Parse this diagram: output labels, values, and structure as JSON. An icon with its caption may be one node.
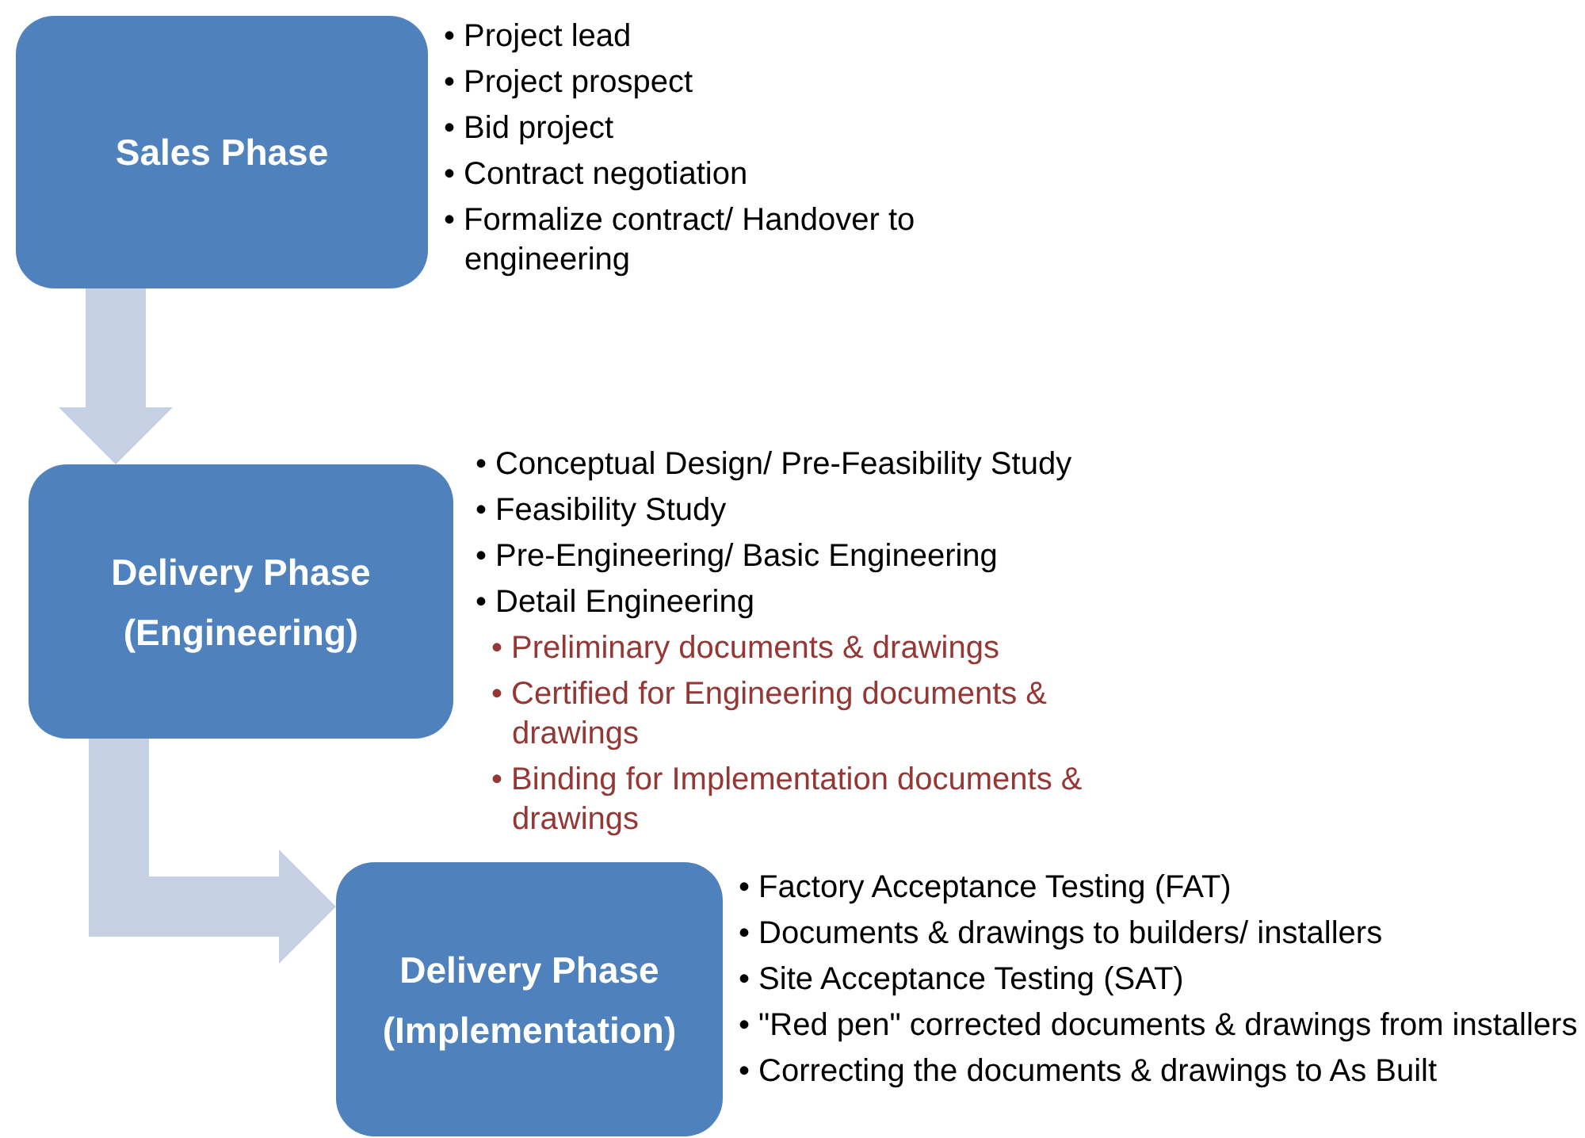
{
  "diagram": {
    "nodes": [
      {
        "text": [
          "Sales Phase"
        ],
        "beside": [
          "• Project lead",
          "• Project prospect",
          "• Bid project",
          "• Contract negotiation",
          "• Formalize contract/ Handover to engineering"
        ]
      },
      {
        "text": [
          "Delivery Phase (Engineering)"
        ],
        "beside": [
          "• Conceptual Design/ Pre-Feasibility Study",
          "• Feasibility Study",
          "• Pre-Engineering/ Basic Engineering",
          "• Detail Engineering",
          "• Preliminary documents & drawings",
          "• Certified for Engineering documents & drawings",
          "• Binding for Implementation documents & drawings"
        ]
      },
      {
        "text": [
          "Delivery Phase (Implementation)"
        ],
        "beside": [
          "• Factory Acceptance Testing (FAT)",
          "• Documents & drawings to builders/ installers",
          "• Site Acceptance Testing (SAT)",
          "• \"Red pen\" corrected documents & drawings from installers",
          "• Correcting the documents & drawings to As Built"
        ]
      }
    ],
    "edges": [
      {
        "from": 0,
        "to": 1,
        "arrow": "to"
      },
      {
        "from": 1,
        "to": 2,
        "arrow": "to"
      }
    ]
  }
}
